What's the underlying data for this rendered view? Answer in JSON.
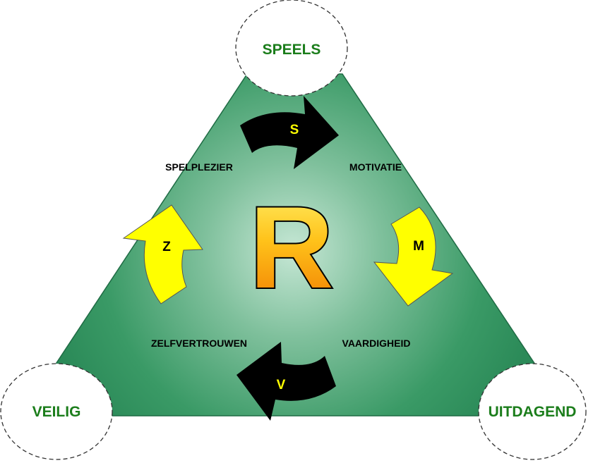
{
  "corners": {
    "top": "SPEELS",
    "bottom_left": "VEILIG",
    "bottom_right": "UITDAGEND"
  },
  "labels": {
    "spelplezier": "SPELPLEZIER",
    "motivatie": "MOTIVATIE",
    "vaardigheid": "VAARDIGHEID",
    "zelfvertrouwen": "ZELFVERTROUWEN"
  },
  "arrows": {
    "top": "S",
    "right": "M",
    "bottom": "V",
    "left": "Z"
  },
  "center_letter": "R",
  "colors": {
    "triangle_edge": "#2e8b57",
    "triangle_center": "#c4e6d3",
    "corner_text": "#1b7d1b",
    "arrow_black": "#000000",
    "arrow_yellow": "#ffff00",
    "letter_yellow": "#ffff00",
    "center_orange": "#f39c12"
  }
}
